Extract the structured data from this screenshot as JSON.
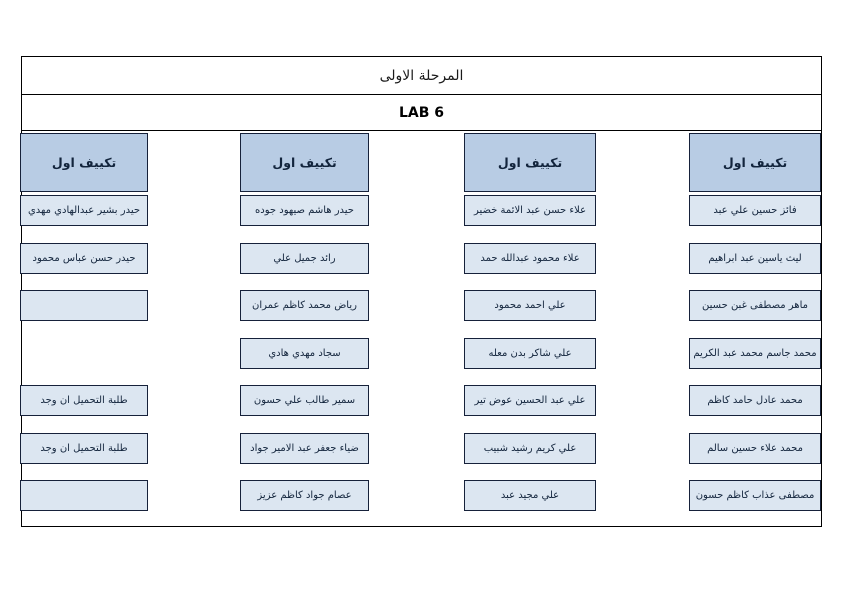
{
  "document": {
    "title": "المرحلة الاولى",
    "lab_label": "LAB 6"
  },
  "theme": {
    "header_fill": "#b8cce4",
    "cell_fill": "#dce6f1",
    "border": "#16213a",
    "page_background": "#ffffff",
    "text_color": "#12243c"
  },
  "columns": [
    {
      "header": "تكييف اول",
      "cells": [
        {
          "text": "فائز حسين علي عبد",
          "state": "filled"
        },
        {
          "text": "ليث ياسين عبد ابراهيم",
          "state": "filled"
        },
        {
          "text": "ماهر مصطفى غبن حسين",
          "state": "filled"
        },
        {
          "text": "محمد جاسم محمد عبد الكريم",
          "state": "filled"
        },
        {
          "text": "محمد عادل حامد كاظم",
          "state": "filled"
        },
        {
          "text": "محمد علاء حسين سالم",
          "state": "filled"
        },
        {
          "text": "مصطفى عذاب كاظم حسون",
          "state": "filled"
        }
      ]
    },
    {
      "header": "تكييف اول",
      "cells": [
        {
          "text": "علاء حسن عبد الائمة خضير",
          "state": "filled"
        },
        {
          "text": "علاء محمود عبدالله حمد",
          "state": "filled"
        },
        {
          "text": "علي احمد محمود",
          "state": "filled"
        },
        {
          "text": "علي شاكر بدن معله",
          "state": "filled"
        },
        {
          "text": "علي عبد الحسين عوض تير",
          "state": "filled"
        },
        {
          "text": "علي كريم رشيد شبيب",
          "state": "filled"
        },
        {
          "text": "علي مجيد عبد",
          "state": "filled"
        }
      ]
    },
    {
      "header": "تكييف اول",
      "cells": [
        {
          "text": "حيدر هاشم صيهود جوده",
          "state": "filled"
        },
        {
          "text": "رائد جميل علي",
          "state": "filled"
        },
        {
          "text": "رياض محمد كاظم عمران",
          "state": "filled"
        },
        {
          "text": "سجاد مهدي هادي",
          "state": "filled"
        },
        {
          "text": "سمير طالب علي حسون",
          "state": "filled"
        },
        {
          "text": "ضياء جعفر عبد الامير جواد",
          "state": "filled"
        },
        {
          "text": "عصام جواد كاظم عزيز",
          "state": "filled"
        }
      ]
    },
    {
      "header": "تكييف اول",
      "cells": [
        {
          "text": "حيدر بشير عبدالهادي مهدي",
          "state": "filled"
        },
        {
          "text": "حيدر حسن عباس محمود",
          "state": "filled"
        },
        {
          "text": "",
          "state": "empty"
        },
        {
          "text": "",
          "state": "absent"
        },
        {
          "text": "طلبة التحميل ان وجد",
          "state": "filled"
        },
        {
          "text": "طلبة التحميل ان وجد",
          "state": "filled"
        },
        {
          "text": "",
          "state": "empty"
        }
      ]
    }
  ]
}
